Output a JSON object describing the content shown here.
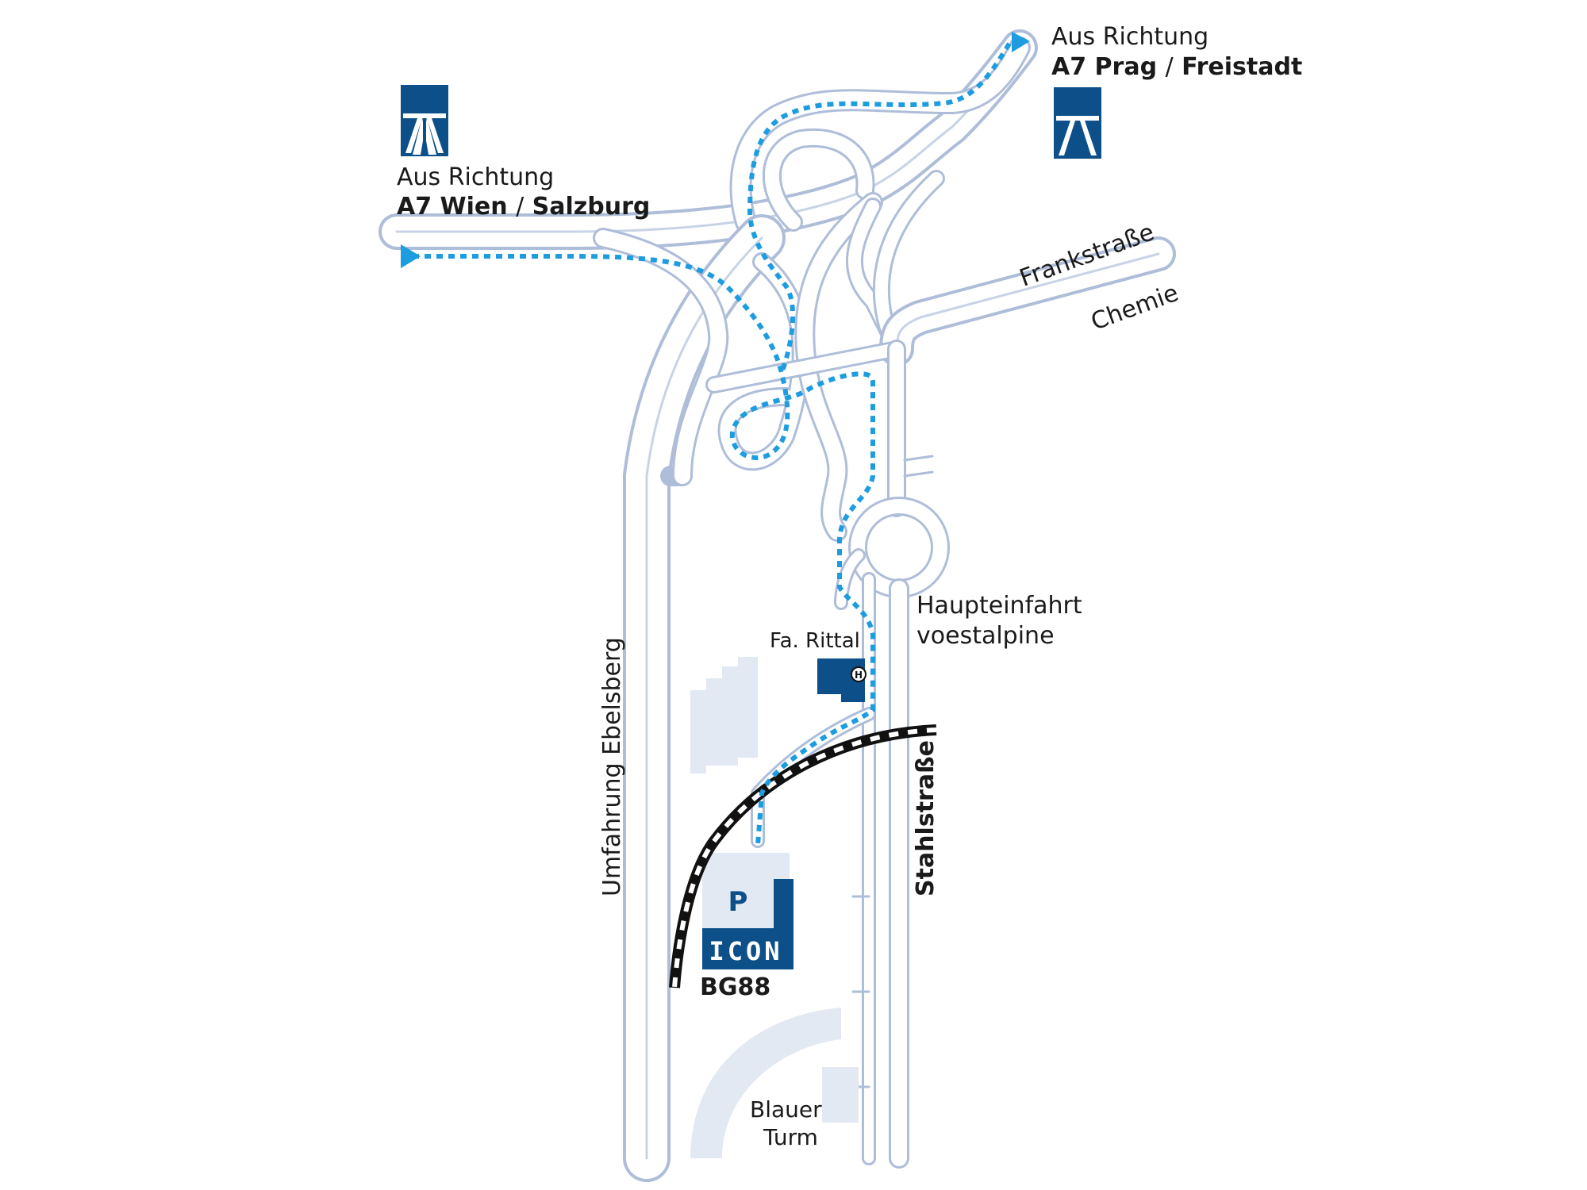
{
  "colors": {
    "road": "#c9d3e6",
    "road_edge": "#aebdd8",
    "route": "#1d9ce0",
    "brand": "#0d5089",
    "area": "#e3e9f2",
    "rail": "#111111"
  },
  "icons": {
    "autobahn_west": "autobahn-sign-icon",
    "autobahn_north": "autobahn-sign-icon",
    "bus_stop": "bus-stop-icon",
    "parking": "parking-icon",
    "route_start": "play-arrow-icon",
    "route_end": "play-arrow-icon"
  },
  "map": {
    "west_origin": {
      "line1": "Aus Richtung",
      "road": "A7 Wien",
      "sep": "/",
      "city": "Salzburg"
    },
    "north_origin": {
      "line1": "Aus Richtung",
      "road": "A7 Prag",
      "sep": "/",
      "city": "Freistadt"
    },
    "streets": {
      "frankstrasse": "Frankstraße",
      "chemie": "Chemie",
      "umfahrung": "Umfahrung Ebelsberg",
      "stahlstrasse": "Stahlstraße"
    },
    "main_entrance": {
      "line1": "Haupteinfahrt",
      "line2": "voestalpine"
    },
    "rittal": {
      "label": "Fa. Rittal",
      "stop_letter": "H"
    },
    "destination": {
      "parking_letter": "P",
      "logo_text": "ICON",
      "name": "BG88"
    },
    "blauer_turm": {
      "line1": "Blauer",
      "line2": "Turm"
    }
  }
}
